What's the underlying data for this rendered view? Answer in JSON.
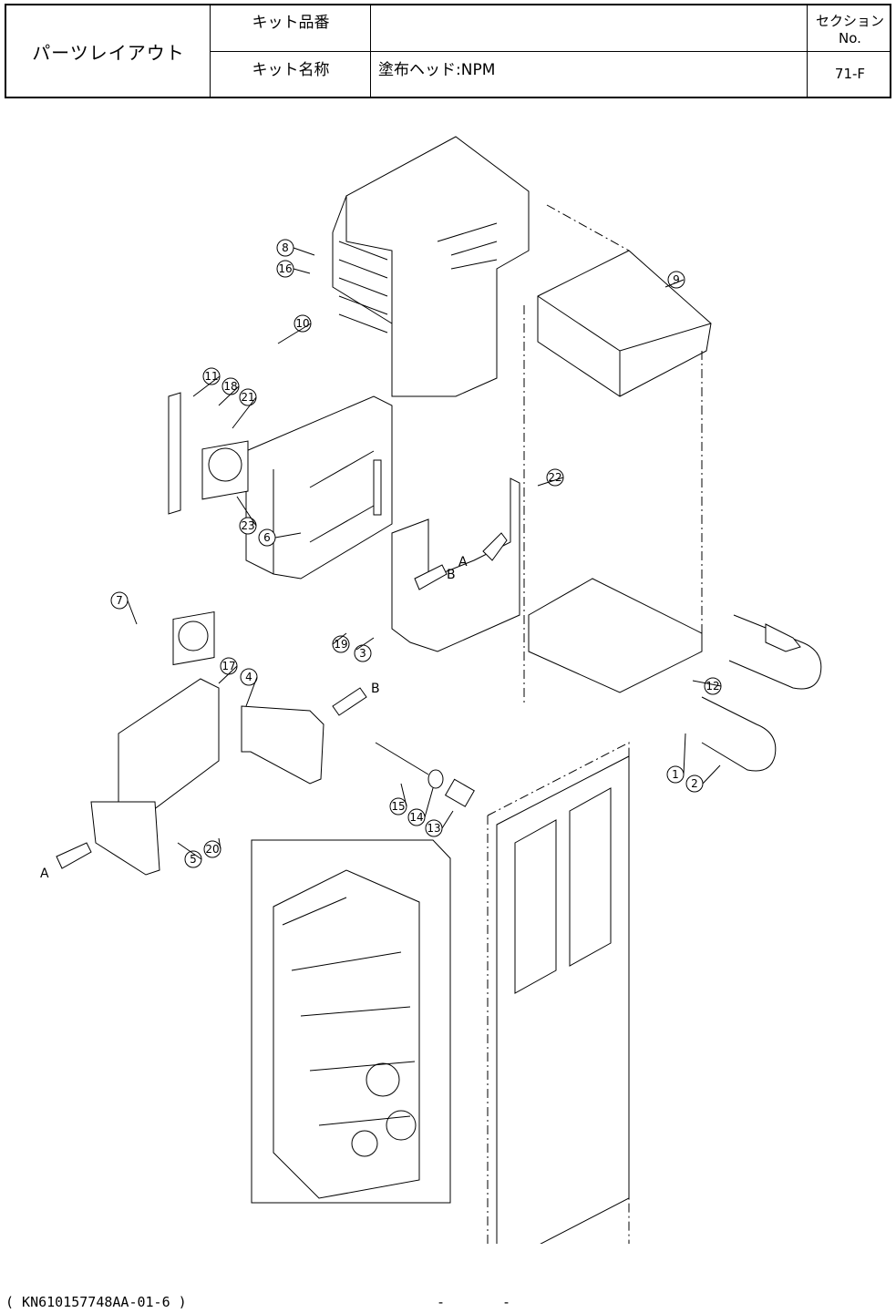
{
  "header": {
    "title": "パーツレイアウト",
    "kit_no_label": "キット品番",
    "kit_no_value": "",
    "kit_name_label": "キット名称",
    "kit_name_value": "塗布ヘッド:NPM",
    "section_label": "セクションNo.",
    "section_value": "71-F"
  },
  "callouts": [
    "1",
    "2",
    "3",
    "4",
    "5",
    "6",
    "7",
    "8",
    "9",
    "10",
    "11",
    "12",
    "13",
    "14",
    "15",
    "16",
    "17",
    "18",
    "19",
    "20",
    "21",
    "22",
    "23"
  ],
  "view_letters": [
    "A",
    "B",
    "B",
    "A"
  ],
  "footer": {
    "code": "( KN610157748AA-01-6 )",
    "dash1": "-",
    "dash2": "-"
  }
}
